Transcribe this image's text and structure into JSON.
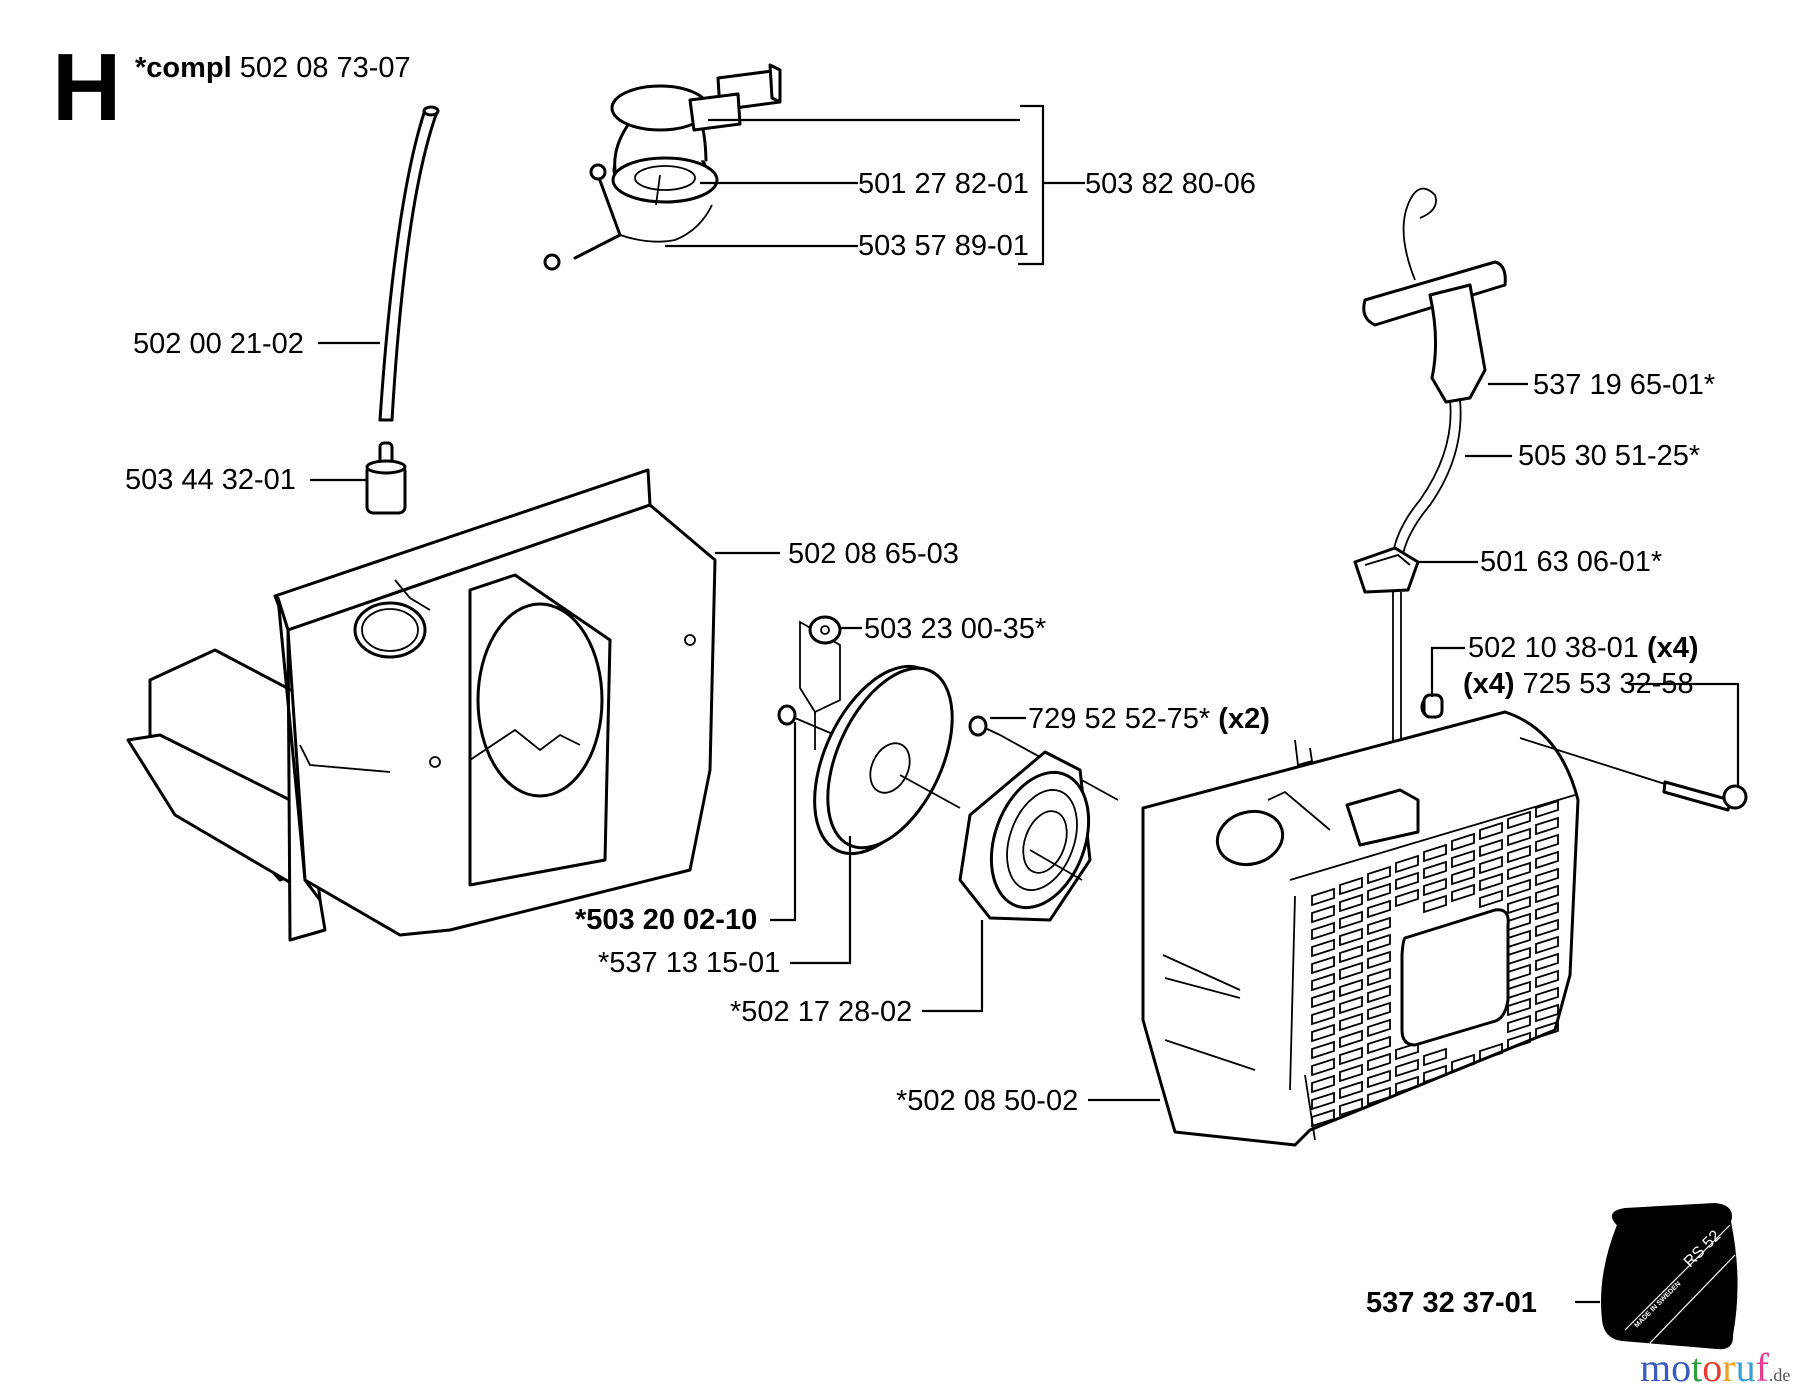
{
  "diagram": {
    "section_letter": "H",
    "assembly": {
      "prefix": "*compl",
      "number": "502 08 73-07"
    },
    "parts": [
      {
        "id": "fuel-cap",
        "number": "501 27 82-01",
        "bold": false
      },
      {
        "id": "cap-group",
        "number": "503 82 80-06",
        "bold": false
      },
      {
        "id": "cap-strap",
        "number": "503 57 89-01",
        "bold": false
      },
      {
        "id": "fuel-hose",
        "number": "502 00 21-02",
        "bold": false
      },
      {
        "id": "fuel-filter",
        "number": "503 44 32-01",
        "bold": false
      },
      {
        "id": "fuel-tank",
        "number": "502 08 65-03",
        "bold": false
      },
      {
        "id": "starter-handle",
        "number": "537 19 65-01*",
        "bold": false
      },
      {
        "id": "starter-rope",
        "number": "505 30 51-25*",
        "bold": false
      },
      {
        "id": "rope-guide",
        "number": "501 63 06-01*",
        "bold": false
      },
      {
        "id": "washer",
        "number": "503 23 00-35*",
        "bold": false
      },
      {
        "id": "screw-x2",
        "number": "729 52 52-75*",
        "qty": "(x2)",
        "bold": false
      },
      {
        "id": "bushing-x4",
        "number": "502 10 38-01",
        "qty": "(x4)",
        "bold": false
      },
      {
        "id": "screw-x4",
        "number": "725 53 32-58",
        "qty": "(x4)",
        "bold": false
      },
      {
        "id": "rope-pulley-kit",
        "number": "*503 20 02-10",
        "bold": true
      },
      {
        "id": "rope-pulley",
        "number": "*537 13 15-01",
        "bold": false
      },
      {
        "id": "spring-housing",
        "number": "*502 17 28-02",
        "bold": false
      },
      {
        "id": "starter-cover",
        "number": "*502 08 50-02",
        "bold": false
      },
      {
        "id": "decal",
        "number": "537 32 37-01",
        "bold": true
      }
    ],
    "decal_text": {
      "model": "RS 52",
      "origin": "MADE IN SWEDEN"
    }
  },
  "watermark": {
    "brand": "motoruf",
    "tld": ".de",
    "letter_colors": [
      "#3b5bbf",
      "#3b5bbf",
      "#2e9e3f",
      "#e23d2e",
      "#f0a020",
      "#3b9fd6",
      "#e23d90"
    ]
  }
}
